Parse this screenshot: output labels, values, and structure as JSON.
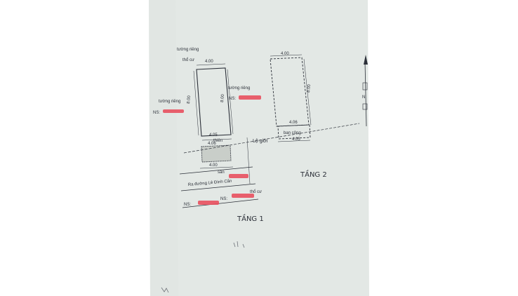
{
  "floor1": {
    "title": "TẦNG 1",
    "top_wall_label": "tường riêng",
    "top_house_label": "thổ cư",
    "left_wall_label": "tường riêng",
    "right_wall_label": "tường riêng",
    "left_owner_prefix": "NS:",
    "right_owner_prefix": "NS:",
    "bottom_owner_prefix_left": "NS:",
    "bottom_owner_prefix_right": "NS:",
    "bottom_house_label": "thổ cư",
    "width_top": "4.00",
    "depth": "8.00",
    "width_mid1": "4.05",
    "width_mid2": "4.06",
    "yard_label": "thiên",
    "width_bottom": "4.00",
    "yard_bottom_label": "sân",
    "road_label": "Ra đường Lê Đình Cẩn",
    "setback_label": "Lộ giới"
  },
  "floor2": {
    "title": "TẦNG 2",
    "width_top": "4.00",
    "depth": "8.00",
    "balcony_width": "4.06",
    "balcony_label": "ban công",
    "width_bottom": "4.05"
  },
  "north_label": "N",
  "colors": {
    "paper": "#e6ebe7",
    "ink": "#2b2f38",
    "redaction": "#e8505e",
    "shadow": "#6c7077"
  }
}
